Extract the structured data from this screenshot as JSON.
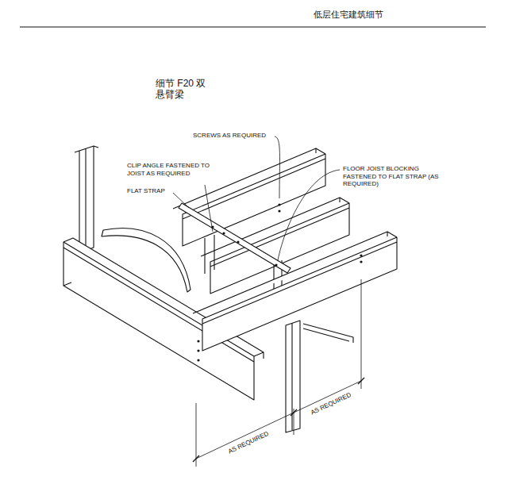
{
  "diagram": {
    "title": "细节 F20 双悬臂梁",
    "labels": [
      "低层住宅建筑细节",
      "SCREWS AS REQUIRED",
      "CLIP ANGLE FASTENED TO JOIST AS REQUIRED",
      "FLAT STRAP",
      "FLOOR JOIST BLOCKING FASTENED TO FLAT STRAP (AS REQUIRED)",
      "AS REQUIRED",
      "AS REQUIRED"
    ]
  }
}
